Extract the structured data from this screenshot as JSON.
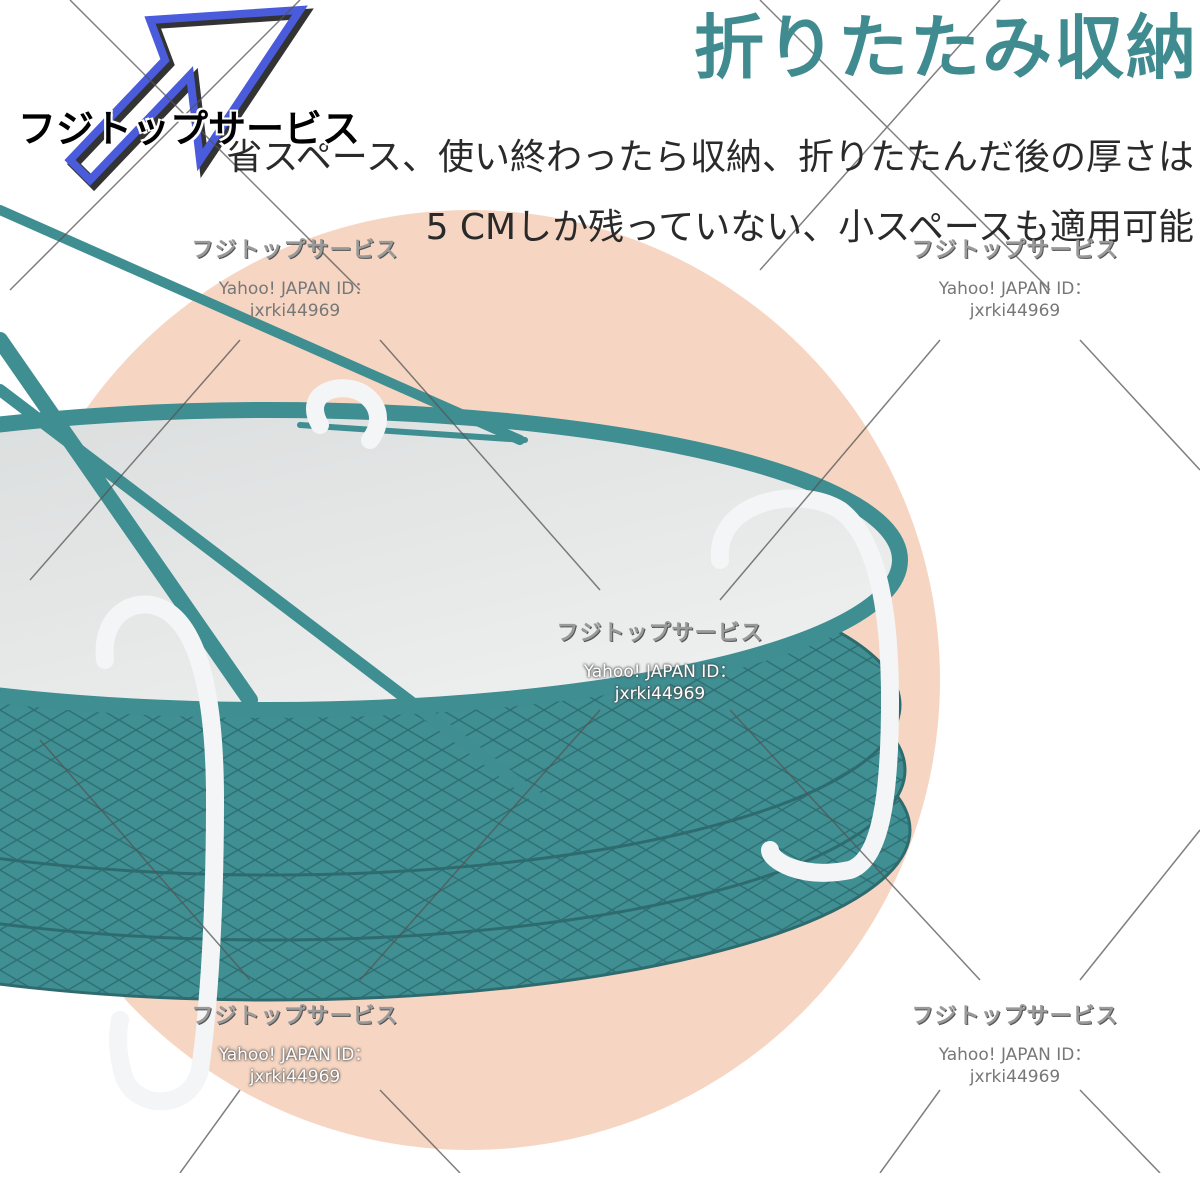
{
  "heading": "折りたたみ収納",
  "description": {
    "line1": "省スペース、使い終わったら収納、折りたたんだ後の厚さは",
    "line2": "5 CMしか残っていない、小スペースも適用可能"
  },
  "brand_logo_text": "フジトップサービス",
  "watermark": {
    "brand": "フジトップサービス",
    "id_line1": "Yahoo! JAPAN ID：",
    "id_line2": "jxrki44969"
  },
  "colors": {
    "accent_teal": "#3f8b8f",
    "peach_circle": "#f6d6c2",
    "rim_teal": "#3e8e92",
    "tray_grey": "#e4e6e6"
  }
}
